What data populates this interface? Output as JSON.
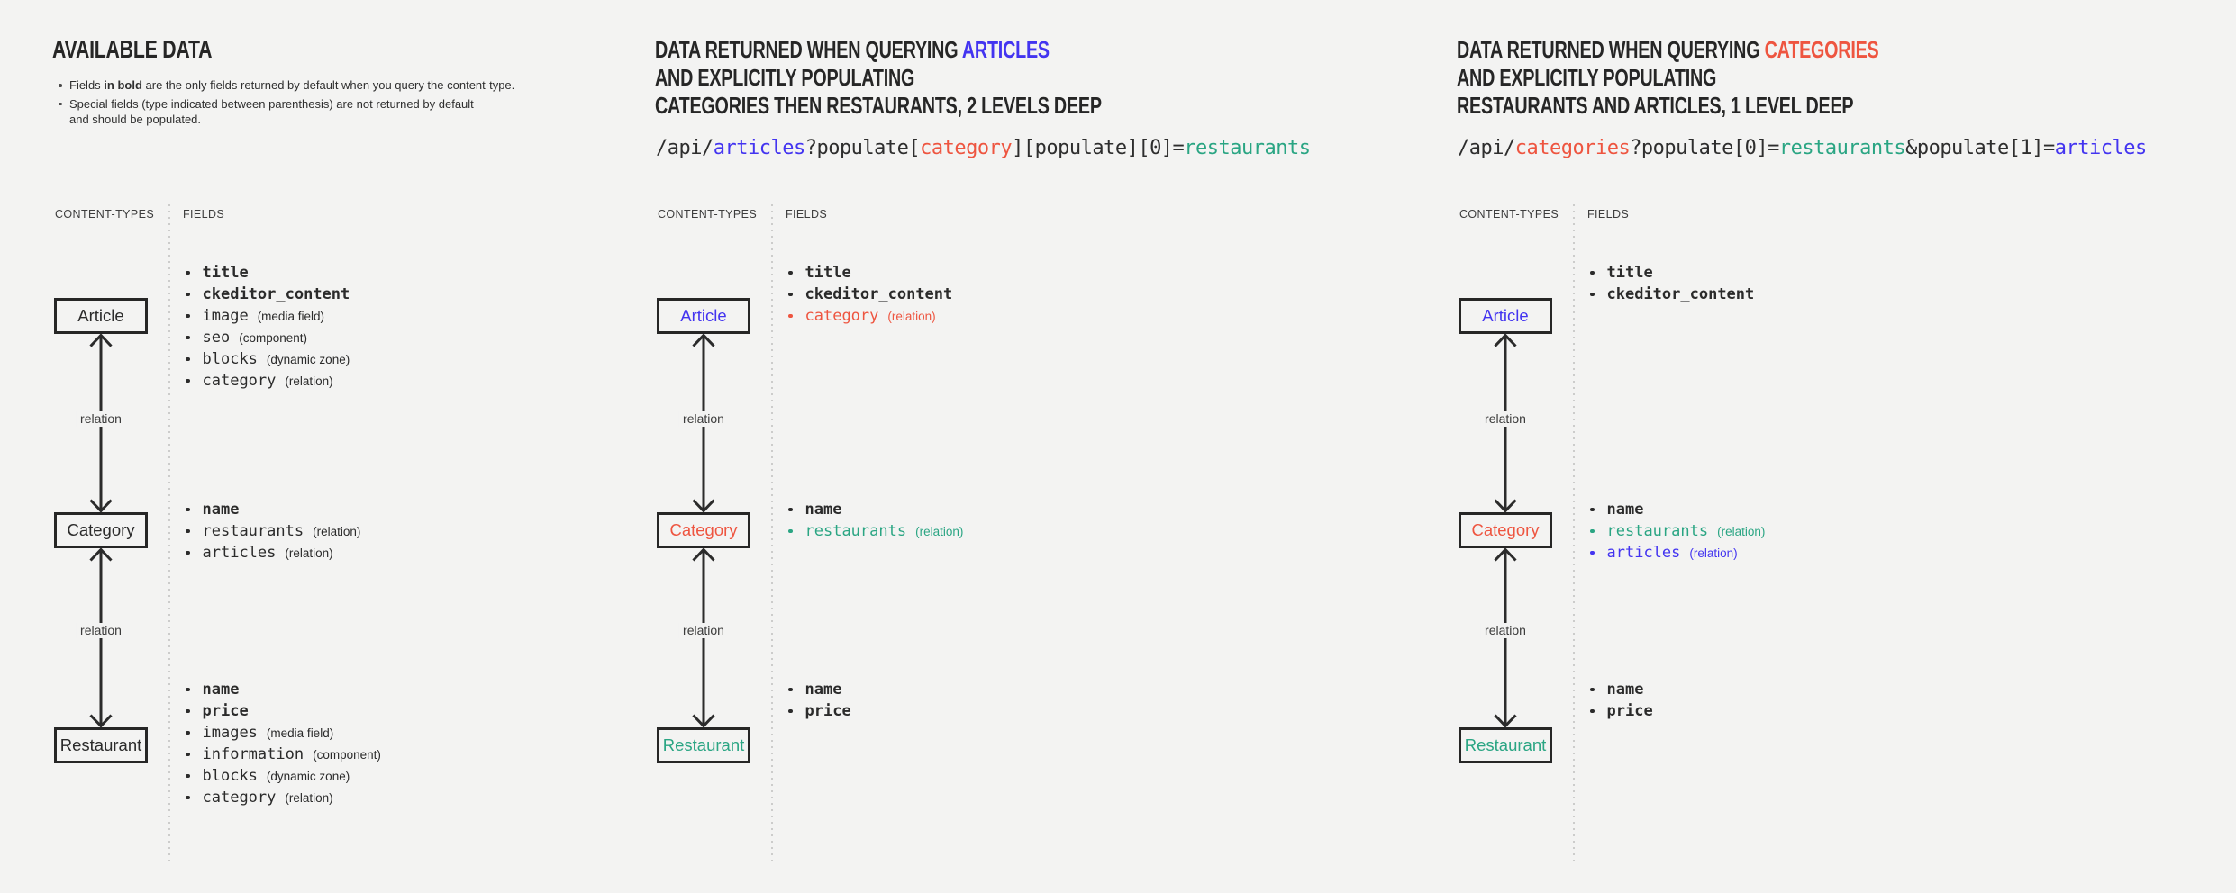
{
  "colors": {
    "blue": "#4334f0",
    "red": "#ee5540",
    "teal": "#2aa583",
    "dark": "#2e2e2e",
    "background": "#f3f3f2"
  },
  "legend": {
    "title": "AVAILABLE DATA",
    "note1_pre": "Fields ",
    "note1_bold": "in bold",
    "note1_post": " are the only fields returned by default when you query the content-type.",
    "note2": "Special fields (type indicated between parenthesis) are not returned by default\nand should be populated."
  },
  "headers": [
    {
      "title_pre": "DATA RETURNED WHEN QUERYING ",
      "title_highlight": "ARTICLES",
      "highlight_color": "#4334f0",
      "title_line2": "AND EXPLICITLY POPULATING",
      "title_line3": "CATEGORIES THEN RESTAURANTS, 2 LEVELS DEEP",
      "code": [
        {
          "text": "/api/",
          "color": "#2e2e2e"
        },
        {
          "text": "articles",
          "color": "#4334f0"
        },
        {
          "text": "?populate[",
          "color": "#2e2e2e"
        },
        {
          "text": "category",
          "color": "#ee5540"
        },
        {
          "text": "][populate][0]=",
          "color": "#2e2e2e"
        },
        {
          "text": "restaurants",
          "color": "#2aa583"
        }
      ]
    },
    {
      "title_pre": "DATA RETURNED WHEN QUERYING ",
      "title_highlight": "CATEGORIES",
      "highlight_color": "#ee5540",
      "title_line2": "AND EXPLICITLY POPULATING",
      "title_line3": "RESTAURANTS AND ARTICLES, 1 LEVEL DEEP",
      "code": [
        {
          "text": "/api/",
          "color": "#2e2e2e"
        },
        {
          "text": "categories",
          "color": "#ee5540"
        },
        {
          "text": "?populate[0]=",
          "color": "#2e2e2e"
        },
        {
          "text": "restaurants",
          "color": "#2aa583"
        },
        {
          "text": "&populate[1]=",
          "color": "#2e2e2e"
        },
        {
          "text": "articles",
          "color": "#4334f0"
        }
      ]
    }
  ],
  "diagrams": [
    {
      "content_types_label": "CONTENT-TYPES",
      "fields_label": "FIELDS",
      "relation_label": "relation",
      "nodes": [
        {
          "name": "Article",
          "color": "#2b2b2b",
          "fields": [
            {
              "name": "title",
              "bold": true
            },
            {
              "name": "ckeditor_content",
              "bold": true
            },
            {
              "name": "image",
              "type": "(media field)"
            },
            {
              "name": "seo",
              "type": "(component)"
            },
            {
              "name": "blocks",
              "type": "(dynamic zone)"
            },
            {
              "name": "category",
              "type": "(relation)"
            }
          ]
        },
        {
          "name": "Category",
          "color": "#2b2b2b",
          "fields": [
            {
              "name": "name",
              "bold": true
            },
            {
              "name": "restaurants",
              "type": "(relation)"
            },
            {
              "name": "articles",
              "type": "(relation)"
            }
          ]
        },
        {
          "name": "Restaurant",
          "color": "#2b2b2b",
          "fields": [
            {
              "name": "name",
              "bold": true
            },
            {
              "name": "price",
              "bold": true
            },
            {
              "name": "images",
              "type": "(media field)"
            },
            {
              "name": "information",
              "type": "(component)"
            },
            {
              "name": "blocks",
              "type": "(dynamic zone)"
            },
            {
              "name": "category",
              "type": "(relation)"
            }
          ]
        }
      ]
    },
    {
      "content_types_label": "CONTENT-TYPES",
      "fields_label": "FIELDS",
      "relation_label": "relation",
      "nodes": [
        {
          "name": "Article",
          "color": "#4334f0",
          "fields": [
            {
              "name": "title",
              "bold": true
            },
            {
              "name": "ckeditor_content",
              "bold": true
            },
            {
              "name": "category",
              "type": "(relation)",
              "color": "#ee5540"
            }
          ]
        },
        {
          "name": "Category",
          "color": "#ee5540",
          "fields": [
            {
              "name": "name",
              "bold": true
            },
            {
              "name": "restaurants",
              "type": "(relation)",
              "color": "#2aa583"
            }
          ]
        },
        {
          "name": "Restaurant",
          "color": "#2aa583",
          "fields": [
            {
              "name": "name",
              "bold": true
            },
            {
              "name": "price",
              "bold": true
            }
          ]
        }
      ]
    },
    {
      "content_types_label": "CONTENT-TYPES",
      "fields_label": "FIELDS",
      "relation_label": "relation",
      "nodes": [
        {
          "name": "Article",
          "color": "#4334f0",
          "fields": [
            {
              "name": "title",
              "bold": true
            },
            {
              "name": "ckeditor_content",
              "bold": true
            }
          ]
        },
        {
          "name": "Category",
          "color": "#ee5540",
          "fields": [
            {
              "name": "name",
              "bold": true
            },
            {
              "name": "restaurants",
              "type": "(relation)",
              "color": "#2aa583"
            },
            {
              "name": "articles",
              "type": "(relation)",
              "color": "#4334f0"
            }
          ]
        },
        {
          "name": "Restaurant",
          "color": "#2aa583",
          "fields": [
            {
              "name": "name",
              "bold": true
            },
            {
              "name": "price",
              "bold": true
            }
          ]
        }
      ]
    }
  ]
}
